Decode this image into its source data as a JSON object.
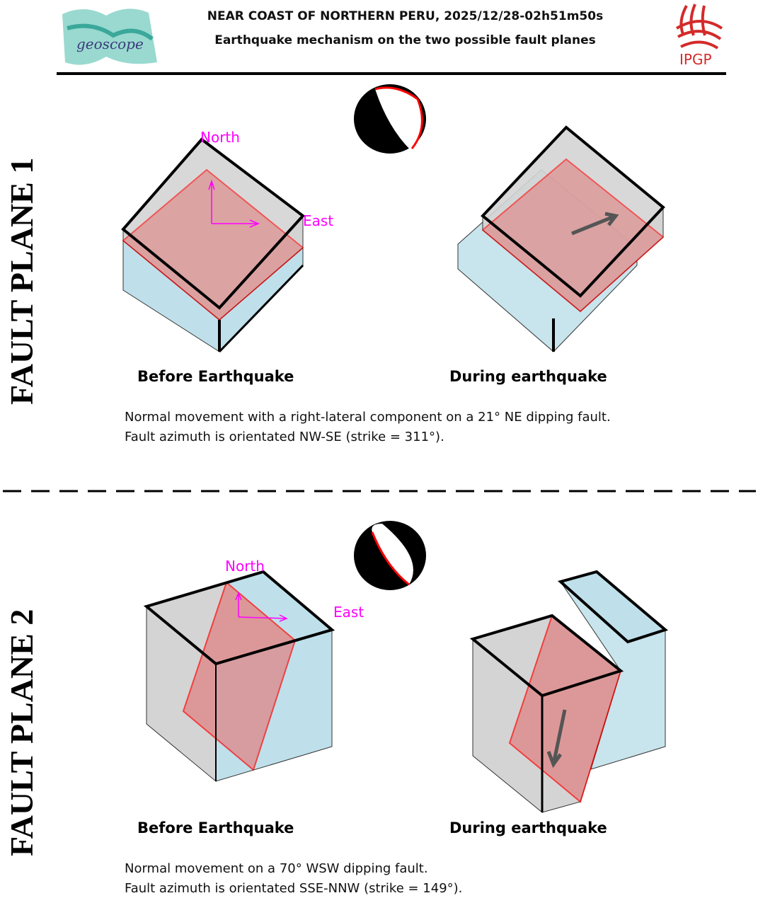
{
  "header": {
    "title": "NEAR COAST OF NORTHERN PERU, 2025/12/28-02h51m50s",
    "subtitle": "Earthquake mechanism on the two possible fault planes",
    "left_logo_text": "geoscope",
    "right_logo_text": "IPGP"
  },
  "colors": {
    "fault_plane": "#e08080",
    "upper_block": "#cfcfcf",
    "lower_block": "#bfe0ea",
    "compass": "#ff00ff",
    "fault_line": "#ff0000"
  },
  "plane1": {
    "label": "FAULT PLANE 1",
    "north": "North",
    "east": "East",
    "before_caption": "Before Earthquake",
    "during_caption": "During earthquake",
    "description_line1": "Normal movement with a right-lateral component on a 21° NE dipping fault.",
    "description_line2": "Fault azimuth is orientated NW-SE (strike = 311°)."
  },
  "plane2": {
    "label": "FAULT PLANE 2",
    "north": "North",
    "east": "East",
    "before_caption": "Before Earthquake",
    "during_caption": "During earthquake",
    "description_line1": "Normal movement on a 70° WSW dipping fault.",
    "description_line2": "Fault azimuth is orientated SSE-NNW (strike = 149°)."
  }
}
